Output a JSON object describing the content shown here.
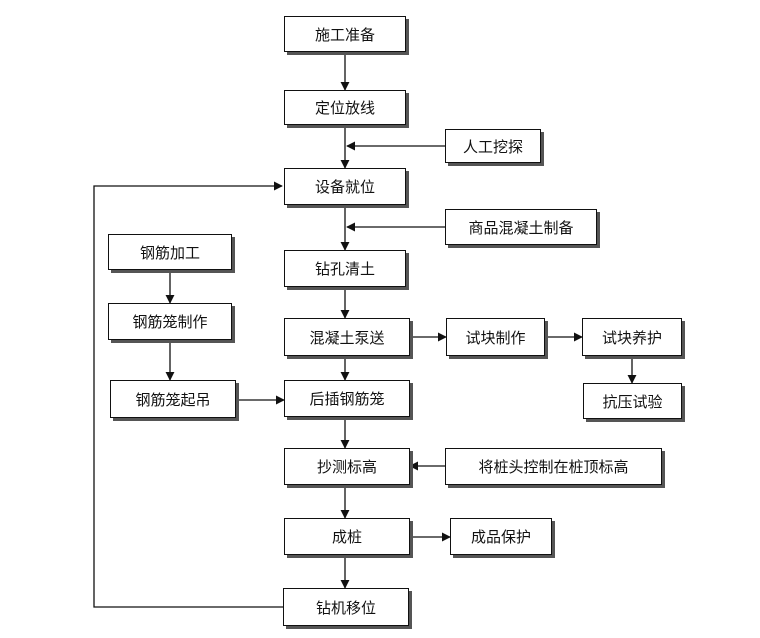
{
  "nodes": {
    "prep": "施工准备",
    "layout": "定位放线",
    "manual_dig": "人工挖探",
    "rig_position": "设备就位",
    "concrete_prep": "商品混凝土制备",
    "drill_clean": "钻孔清土",
    "rebar_process": "钢筋加工",
    "cage_make": "钢筋笼制作",
    "pump": "混凝土泵送",
    "sample_make": "试块制作",
    "sample_cure": "试块养护",
    "cage_lift": "钢筋笼起吊",
    "cage_insert": "后插钢筋笼",
    "compression_test": "抗压试验",
    "elevation": "抄测标高",
    "pile_head_control": "将桩头控制在桩顶标高",
    "finish_pile": "成桩",
    "finished_protect": "成品保护",
    "rig_move": "钻机移位"
  }
}
